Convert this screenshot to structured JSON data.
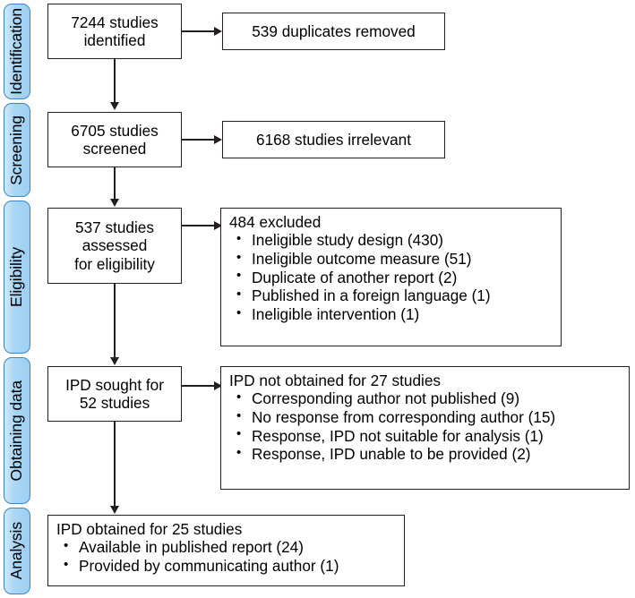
{
  "stages": [
    {
      "key": "identification",
      "label": "Identification"
    },
    {
      "key": "screening",
      "label": "Screening"
    },
    {
      "key": "eligibility",
      "label": "Eligibility"
    },
    {
      "key": "obtaining_data",
      "label": "Obtaining data"
    },
    {
      "key": "analysis",
      "label": "Analysis"
    }
  ],
  "boxes": {
    "identified": {
      "line1": "7244 studies",
      "line2": "identified"
    },
    "duplicates_removed": {
      "line1": "539 duplicates removed"
    },
    "screened": {
      "line1": "6705 studies",
      "line2": "screened"
    },
    "irrelevant": {
      "line1": "6168 studies irrelevant"
    },
    "assessed": {
      "line1": "537 studies",
      "line2": "assessed",
      "line3": "for eligibility"
    },
    "excluded": {
      "head": "484 excluded",
      "items": [
        "Ineligible study design (430)",
        "Ineligible outcome measure (51)",
        "Duplicate of another report (2)",
        "Published in a foreign language (1)",
        "Ineligible intervention (1)"
      ]
    },
    "ipd_sought": {
      "line1": "IPD sought for",
      "line2": "52 studies"
    },
    "ipd_not_obtained": {
      "head": "IPD not obtained for 27 studies",
      "items": [
        "Corresponding author not published (9)",
        "No response from corresponding author (15)",
        "Response, IPD not suitable for analysis (1)",
        "Response, IPD unable to be provided (2)"
      ]
    },
    "ipd_obtained": {
      "head": "IPD obtained for 25 studies",
      "items": [
        "Available in published report (24)",
        "Provided by communicating author (1)"
      ]
    }
  },
  "colors": {
    "stage_fill": "#a9d6f4",
    "stage_border": "#3d86c6",
    "box_border": "#231f20",
    "box_fill": "#ffffff",
    "text": "#000000"
  }
}
